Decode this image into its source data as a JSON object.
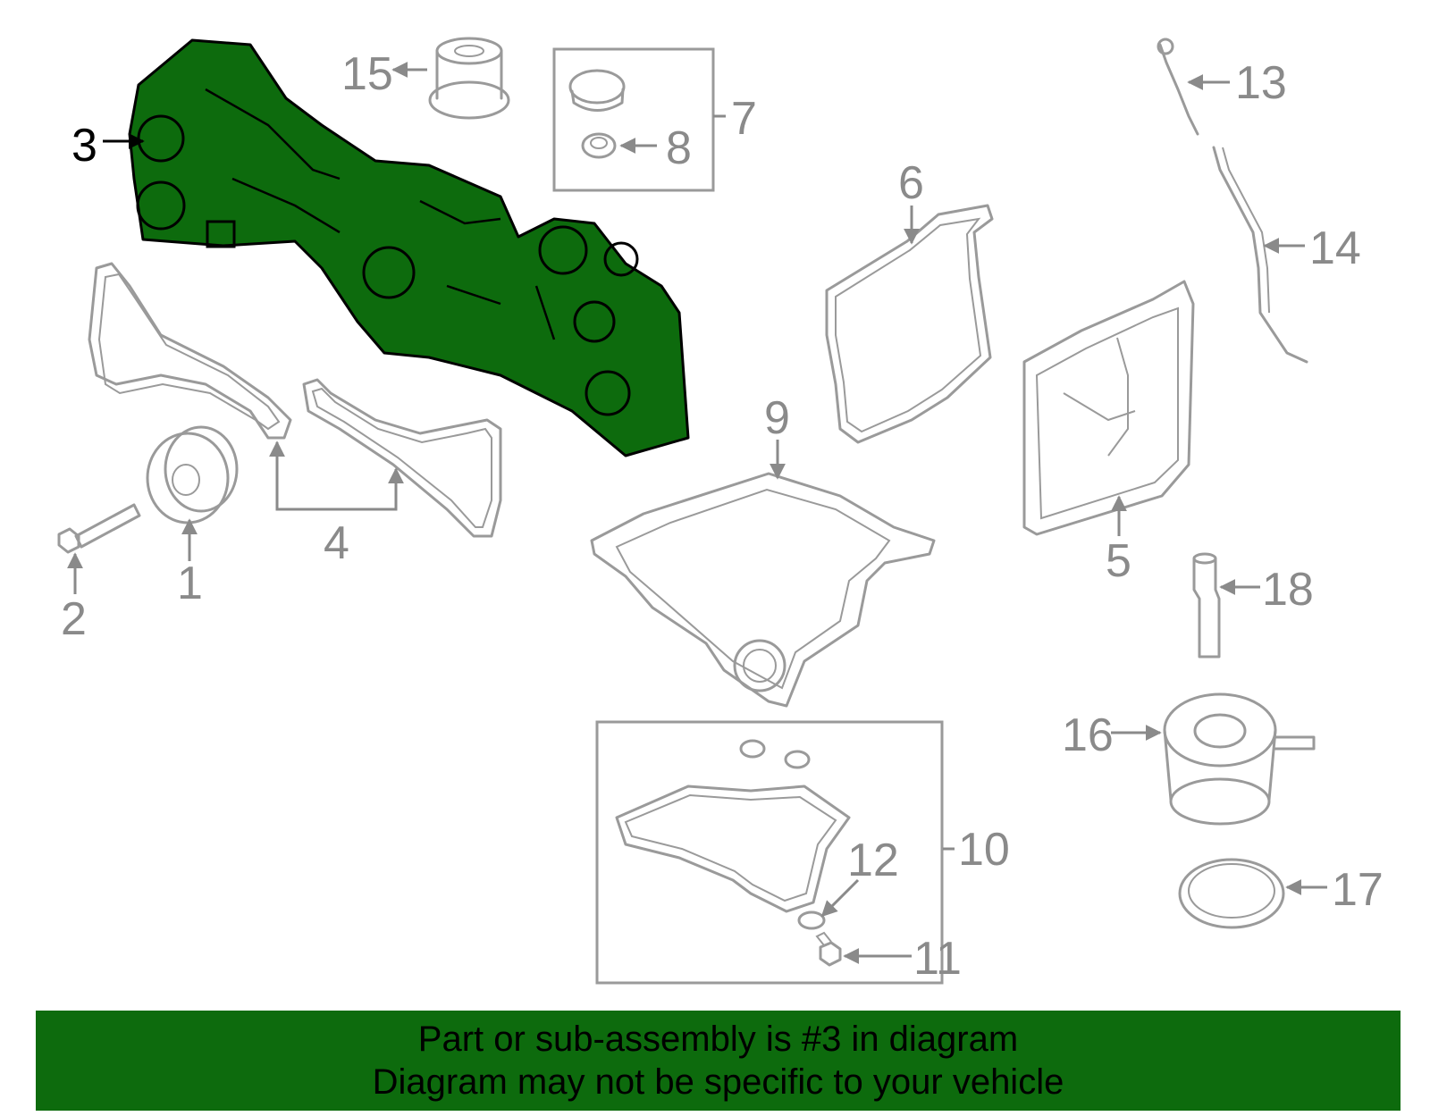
{
  "labels": {
    "p1": "1",
    "p2": "2",
    "p3": "3",
    "p4": "4",
    "p5": "5",
    "p6": "6",
    "p7": "7",
    "p8": "8",
    "p9": "9",
    "p10": "10",
    "p11": "11",
    "p12": "12",
    "p13": "13",
    "p14": "14",
    "p15": "15",
    "p16": "16",
    "p17": "17",
    "p18": "18"
  },
  "highlight": {
    "part_number": "3",
    "fill_color": "#0d6b0d",
    "outline_color": "#000000"
  },
  "banner": {
    "line1": "Part or sub-assembly is #3 in diagram",
    "line2": "Diagram may not be specific to your vehicle",
    "background": "#0d6b0d"
  }
}
